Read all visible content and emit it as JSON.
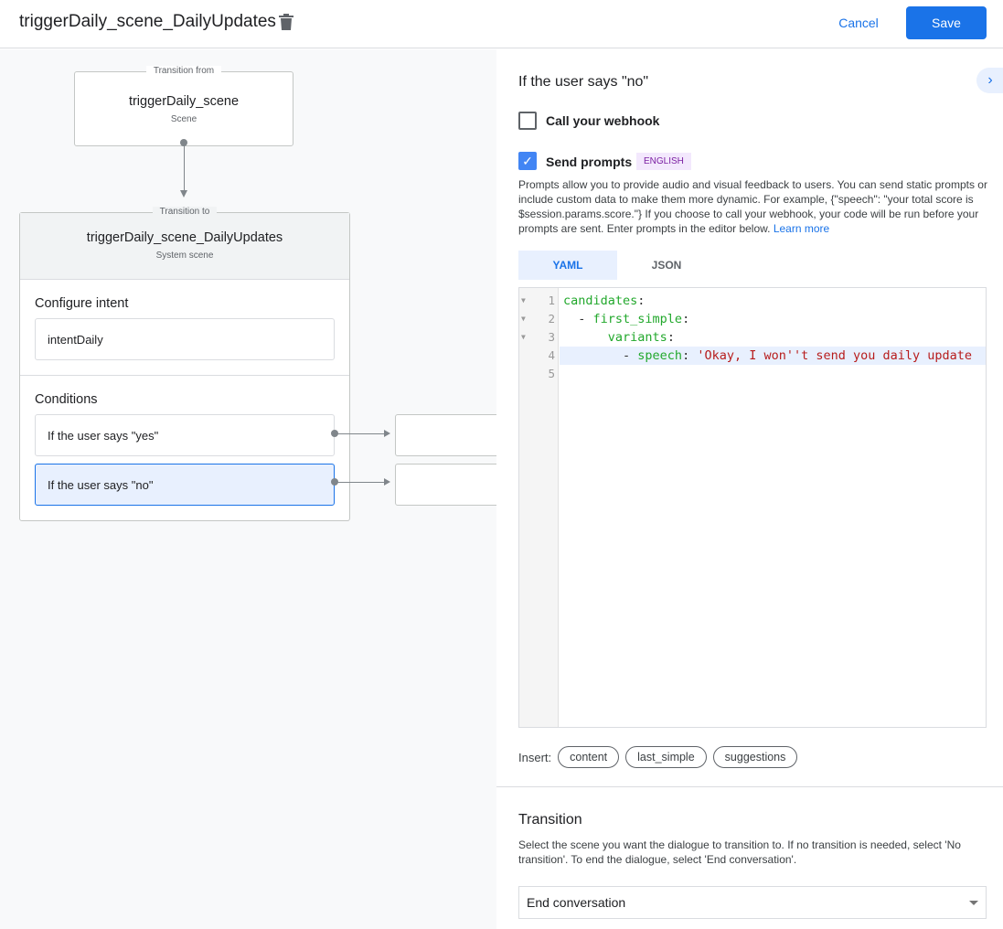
{
  "header": {
    "title": "triggerDaily_scene_DailyUpdates",
    "cancel_label": "Cancel",
    "save_label": "Save"
  },
  "canvas": {
    "from": {
      "legend": "Transition from",
      "name": "triggerDaily_scene",
      "type": "Scene"
    },
    "to": {
      "legend": "Transition to",
      "name": "triggerDaily_scene_DailyUpdates",
      "type": "System scene"
    },
    "configure_intent_label": "Configure intent",
    "intent": "intentDaily",
    "conditions_label": "Conditions",
    "conditions": [
      {
        "label": "If the user says \"yes\"",
        "selected": false
      },
      {
        "label": "If the user says \"no\"",
        "selected": true
      }
    ]
  },
  "panel": {
    "title": "If the user says \"no\"",
    "webhook": {
      "label": "Call your webhook",
      "checked": false
    },
    "prompts": {
      "label": "Send prompts",
      "checked": true,
      "language": "ENGLISH"
    },
    "description": "Prompts allow you to provide audio and visual feedback to users. You can send static prompts or include custom data to make them more dynamic. For example, {\"speech\": \"your total score is $session.params.score.\"} If you choose to call your webhook, your code will be run before your prompts are sent. Enter prompts in the editor below.",
    "learn_more": "Learn more",
    "tabs": [
      {
        "label": "YAML",
        "active": true
      },
      {
        "label": "JSON",
        "active": false
      }
    ],
    "code_lines": [
      "candidates:",
      "  - first_simple:",
      "      variants:",
      "        - speech: 'Okay, I won''t send you daily update",
      ""
    ],
    "insert_label": "Insert:",
    "insert_chips": [
      "content",
      "last_simple",
      "suggestions"
    ],
    "transition": {
      "title": "Transition",
      "description": "Select the scene you want the dialogue to transition to. If no transition is needed, select 'No transition'. To end the dialogue, select 'End conversation'.",
      "selected": "End conversation"
    }
  },
  "colors": {
    "accent": "#1a73e8",
    "selected_bg": "#e8f0fe",
    "yaml_key": "#22a82c",
    "yaml_string": "#b71c1c"
  }
}
